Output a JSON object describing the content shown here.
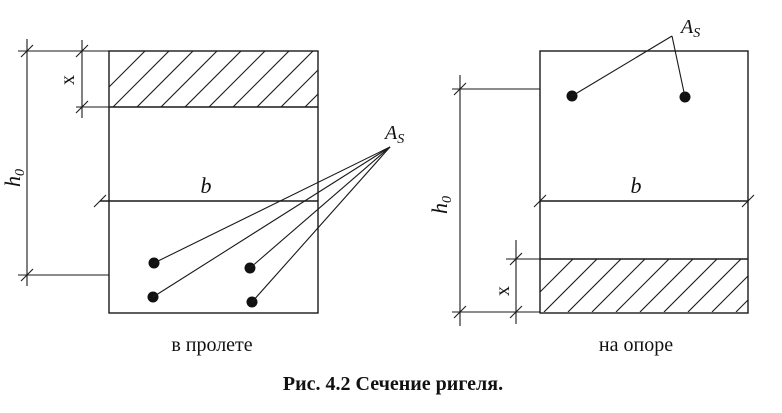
{
  "left_section": {
    "caption": "в пролете",
    "h0_label": "h",
    "h0_sub": "0",
    "x_label": "x",
    "b_label": "b",
    "as_label": "A",
    "as_sub": "S"
  },
  "right_section": {
    "caption": "на опоре",
    "h0_label": "h",
    "h0_sub": "0",
    "x_label": "x",
    "b_label": "b",
    "as_label": "A",
    "as_sub": "S"
  },
  "figure_caption": "Рис. 4.2 Сечение ригеля."
}
